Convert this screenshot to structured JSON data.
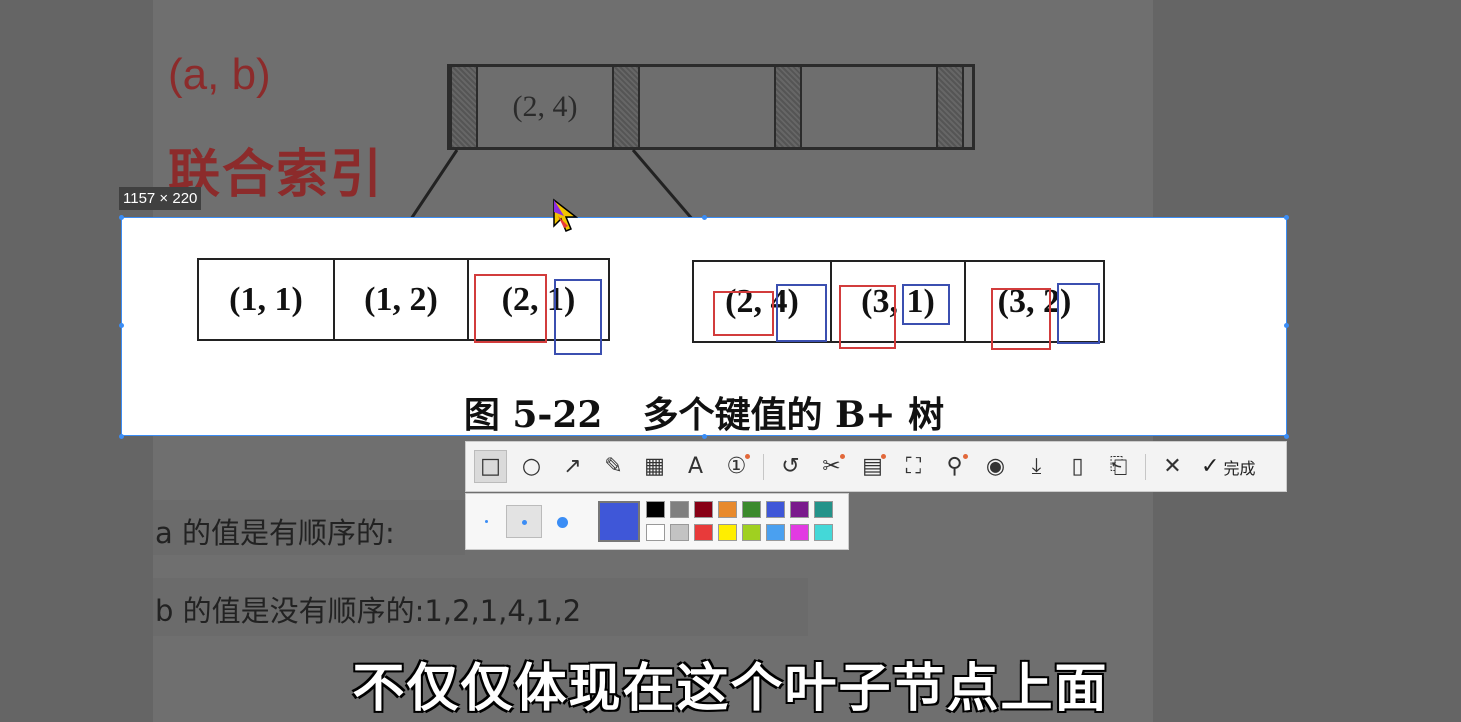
{
  "slide": {
    "heading_ab": "(a, b)",
    "heading_cn": "联合索引",
    "line1": "a 的值是有顺序的:",
    "line2": "b 的值是没有顺序的:1,2,1,4,1,2"
  },
  "root_node": {
    "keys": [
      "(2, 4)",
      "",
      ""
    ]
  },
  "left_leaf": {
    "keys": [
      "(1, 1)",
      "(1, 2)",
      "(2, 1)"
    ]
  },
  "right_leaf": {
    "keys": [
      "(2, 4)",
      "(3, 1)",
      "(3, 2)"
    ]
  },
  "caption": {
    "number": "图 5-22",
    "text": "多个键值的 B+ 树"
  },
  "screenshot_tool": {
    "size_badge": "1157 × 220",
    "tools": [
      {
        "icon": "rectangle-icon",
        "glyph": "□"
      },
      {
        "icon": "ellipse-icon",
        "glyph": "○"
      },
      {
        "icon": "arrow-icon",
        "glyph": "↗"
      },
      {
        "icon": "pen-icon",
        "glyph": "✎"
      },
      {
        "icon": "mosaic-icon",
        "glyph": "▦"
      },
      {
        "icon": "text-icon",
        "glyph": "A"
      },
      {
        "icon": "number-icon",
        "glyph": "①"
      }
    ],
    "actions": [
      {
        "icon": "undo-icon",
        "glyph": "↺"
      },
      {
        "icon": "cutout-icon",
        "glyph": "✂"
      },
      {
        "icon": "ocr-icon",
        "glyph": "▤"
      },
      {
        "icon": "scroll-capture-icon",
        "glyph": "⛶"
      },
      {
        "icon": "pin-icon",
        "glyph": "⚲"
      },
      {
        "icon": "record-icon",
        "glyph": "◉"
      },
      {
        "icon": "download-icon",
        "glyph": "⤓"
      },
      {
        "icon": "phone-icon",
        "glyph": "▯"
      },
      {
        "icon": "bookmark-icon",
        "glyph": "⎗"
      }
    ],
    "close_glyph": "✕",
    "done_glyph": "✓",
    "done_label": "完成",
    "current_color": "#3f57d8",
    "palette_top": [
      "#000000",
      "#7f7f7f",
      "#880015",
      "#e88a2c",
      "#3b8a2c",
      "#3f57d8",
      "#7a1a8c",
      "#24938a"
    ],
    "palette_bottom": [
      "#ffffff",
      "#c3c3c3",
      "#e83a3a",
      "#ffee00",
      "#a0d020",
      "#4aa0f0",
      "#e23ae2",
      "#44d8d8"
    ]
  },
  "subtitle": "不仅仅体现在这个叶子节点上面"
}
